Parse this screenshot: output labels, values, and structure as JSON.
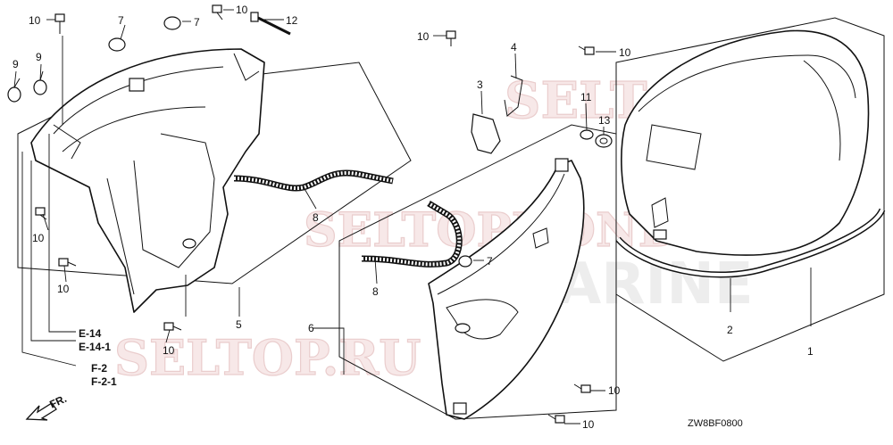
{
  "diagram": {
    "code": "ZW8BF0800",
    "front_marker": "FR.",
    "refs": [
      "E-14",
      "E-14-1",
      "F-2",
      "F-2-1"
    ],
    "watermarks": [
      "SELTOP.RU",
      "SELTOP.RU",
      "SELTOPHONDA",
      "MARINE",
      "SELTOP.RU"
    ],
    "callouts": [
      {
        "id": "c-10a",
        "text": "10"
      },
      {
        "id": "c-7a",
        "text": "7"
      },
      {
        "id": "c-7b",
        "text": "7"
      },
      {
        "id": "c-10b",
        "text": "10"
      },
      {
        "id": "c-12",
        "text": "12"
      },
      {
        "id": "c-9a",
        "text": "9"
      },
      {
        "id": "c-9b",
        "text": "9"
      },
      {
        "id": "c-10c",
        "text": "10"
      },
      {
        "id": "c-4",
        "text": "4"
      },
      {
        "id": "c-10d",
        "text": "10"
      },
      {
        "id": "c-3",
        "text": "3"
      },
      {
        "id": "c-11",
        "text": "11"
      },
      {
        "id": "c-13",
        "text": "13"
      },
      {
        "id": "c-8a",
        "text": "8"
      },
      {
        "id": "c-10e",
        "text": "10"
      },
      {
        "id": "c-10f",
        "text": "10"
      },
      {
        "id": "c-7c",
        "text": "7"
      },
      {
        "id": "c-8b",
        "text": "8"
      },
      {
        "id": "c-5",
        "text": "5"
      },
      {
        "id": "c-6",
        "text": "6"
      },
      {
        "id": "c-2",
        "text": "2"
      },
      {
        "id": "c-1",
        "text": "1"
      },
      {
        "id": "c-10g",
        "text": "10"
      },
      {
        "id": "c-10h",
        "text": "10"
      },
      {
        "id": "c-10i",
        "text": "10"
      }
    ]
  }
}
